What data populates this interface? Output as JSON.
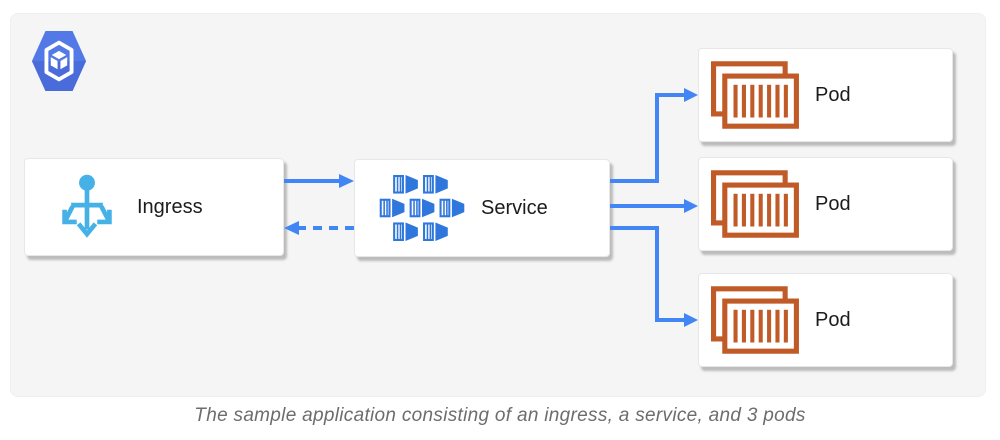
{
  "diagram": {
    "caption": "The sample application consisting of an ingress, a service, and 3 pods",
    "nodes": {
      "ingress": {
        "label": "Ingress"
      },
      "service": {
        "label": "Service"
      },
      "pods": [
        {
          "label": "Pod"
        },
        {
          "label": "Pod"
        },
        {
          "label": "Pod"
        }
      ]
    },
    "edges": [
      {
        "from": "ingress",
        "to": "service",
        "style": "solid",
        "direction": "right"
      },
      {
        "from": "service",
        "to": "ingress",
        "style": "dashed",
        "direction": "left"
      },
      {
        "from": "service",
        "to": "pod-1",
        "style": "solid",
        "direction": "right-up"
      },
      {
        "from": "service",
        "to": "pod-2",
        "style": "solid",
        "direction": "right"
      },
      {
        "from": "service",
        "to": "pod-3",
        "style": "solid",
        "direction": "right-down"
      }
    ],
    "icons": {
      "logo": "gke-hexagon-logo",
      "ingress": "ingress-trident-icon",
      "service": "service-hex-cluster-icon",
      "pod": "pod-stacked-containers-icon"
    },
    "colors": {
      "arrow_blue": "#4285f4",
      "service_blue": "#2f77dd",
      "ingress_blue": "#45b1e6",
      "pod_orange": "#c05b28",
      "gke_blue": "#5379e7",
      "panel_bg": "#f5f5f6",
      "caption_gray": "#6d6d6d",
      "label_black": "#1c1c1c"
    }
  }
}
